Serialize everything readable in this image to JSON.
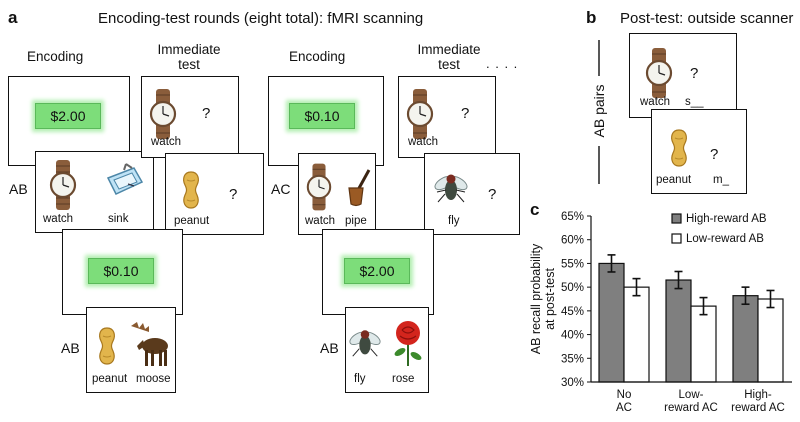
{
  "panel_a": {
    "letter": "a",
    "title": "Encoding-test rounds (eight total): fMRI scanning",
    "col_labels": [
      "Encoding",
      "Immediate test",
      "Encoding",
      "Immediate test"
    ],
    "ellipsis": ". . . .",
    "row_labels": [
      "AB",
      "AC",
      "AB",
      "AB"
    ],
    "rewards": [
      "$2.00",
      "$0.10",
      "$0.10",
      "$2.00"
    ],
    "items": [
      "watch",
      "sink",
      "peanut",
      "watch",
      "pipe",
      "fly",
      "peanut",
      "moose",
      "watch",
      "fly",
      "rose"
    ],
    "qmark": "?"
  },
  "panel_b": {
    "letter": "b",
    "title": "Post-test: outside scanner",
    "side_label": "AB pairs",
    "cards": [
      {
        "item": "watch",
        "cue": "s__"
      },
      {
        "item": "peanut",
        "cue": "m_"
      }
    ],
    "qmark": "?"
  },
  "panel_c": {
    "letter": "c",
    "chart_data": {
      "type": "bar",
      "categories": [
        [
          "No",
          "AC"
        ],
        [
          "Low-",
          "reward AC"
        ],
        [
          "High-",
          "reward AC"
        ]
      ],
      "series": [
        {
          "name": "High-reward AB",
          "color": "#7f7f7f",
          "values": [
            55.0,
            51.5,
            48.2
          ],
          "errors": [
            1.8,
            1.8,
            1.8
          ]
        },
        {
          "name": "Low-reward AB",
          "color": "#ffffff",
          "values": [
            50.0,
            46.0,
            47.5
          ],
          "errors": [
            1.8,
            1.8,
            1.8
          ]
        }
      ],
      "ylabel": "AB recall probability at post-test",
      "ylabel_lines": [
        "AB recall probability",
        "at post-test"
      ],
      "ylim": [
        30,
        65
      ],
      "yticks": [
        "30%",
        "35%",
        "40%",
        "45%",
        "50%",
        "55%",
        "60%",
        "65%"
      ],
      "legend_position": "top-right",
      "grid": false
    }
  }
}
